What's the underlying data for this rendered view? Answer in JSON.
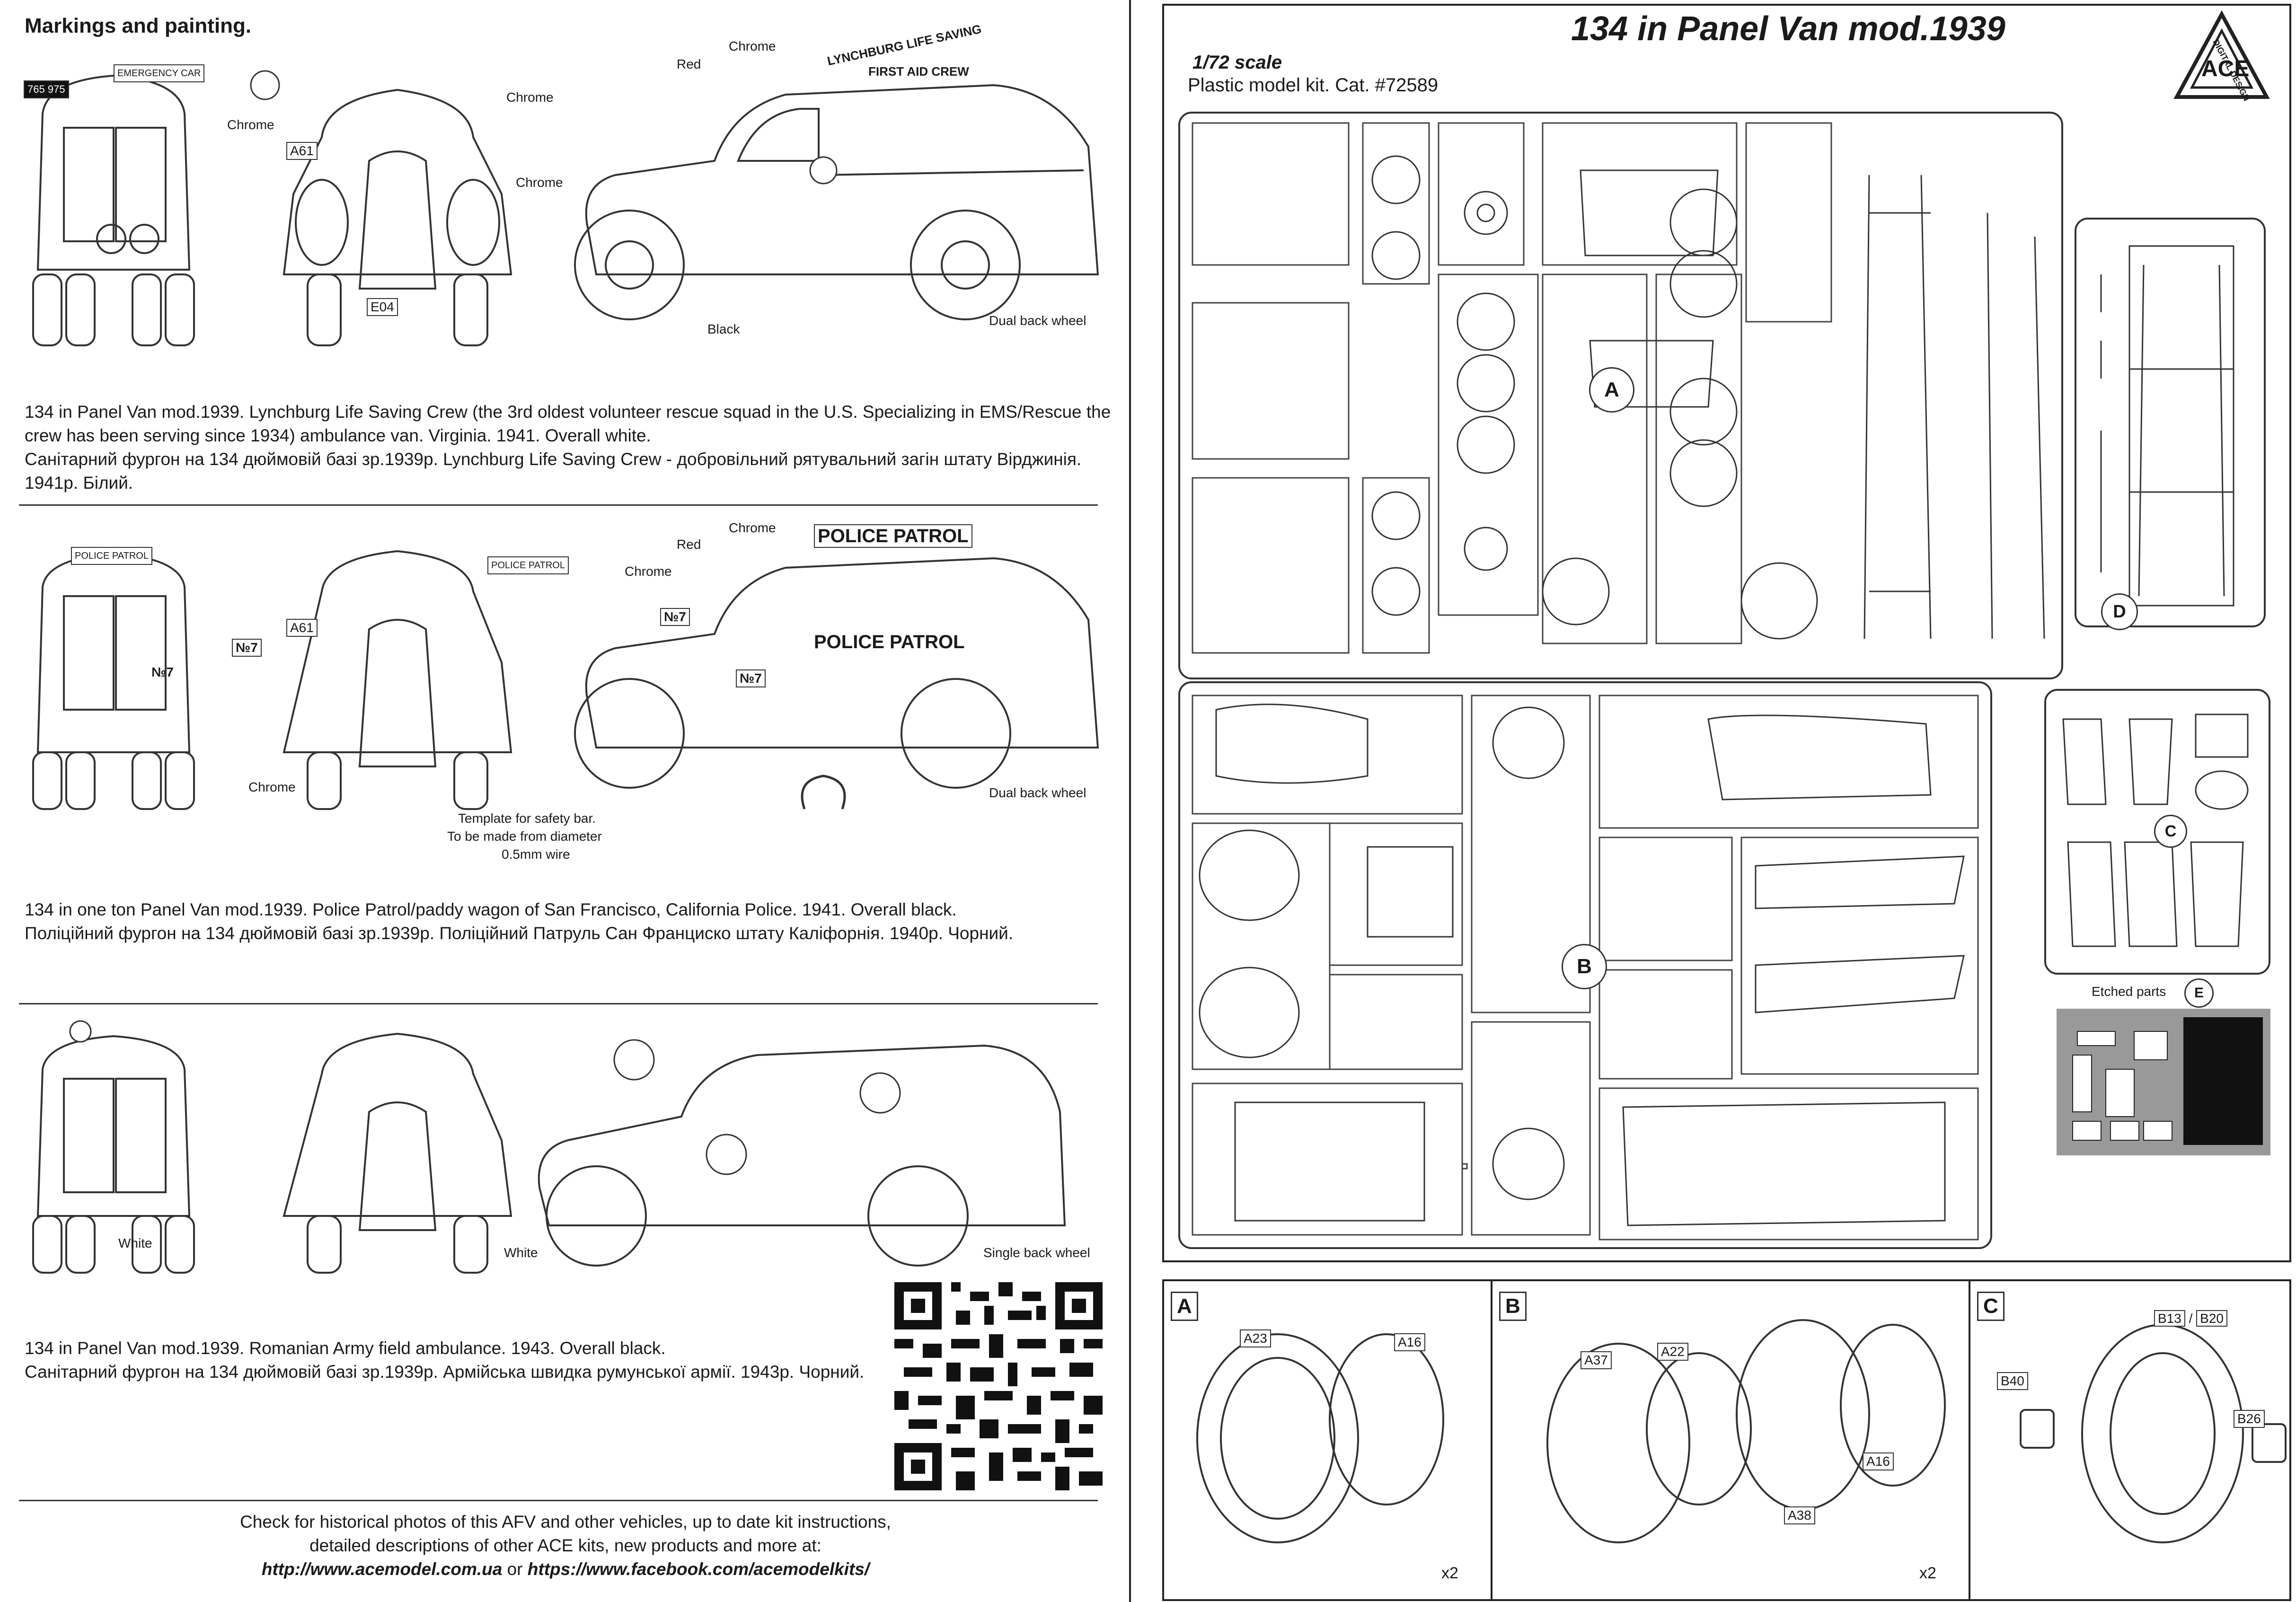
{
  "left": {
    "heading": "Markings and painting.",
    "scheme1": {
      "labels": {
        "red": "Red",
        "chrome": "Chrome",
        "black": "Black",
        "dual": "Dual back wheel",
        "plate": "765 975",
        "a61": "A61",
        "e04": "E04",
        "emergency": "EMERGENCY CAR",
        "truck_text_1": "LYNCHBURG LIFE SAVING",
        "truck_text_2": "FIRST AID CREW"
      },
      "desc_en": "134 in Panel Van mod.1939. Lynchburg Life Saving Crew (the 3rd oldest volunteer rescue squad in the U.S. Specializing in EMS/Rescue the crew has been serving since 1934) ambulance van. Virginia. 1941. Overall white.",
      "desc_ua": "Санітарний фургон на 134 дюймовій базі зр.1939р.  Lynchburg Life Saving Crew - добровільний рятувальний загін штату Вірджинія. 1941р. Білий."
    },
    "scheme2": {
      "labels": {
        "red": "Red",
        "chrome": "Chrome",
        "police": "POLICE PATROL",
        "no7": "№7",
        "a61": "A61",
        "dual": "Dual back wheel",
        "template": "Template for safety bar.",
        "template2": "To be made from diameter",
        "template3": "0.5mm wire"
      },
      "desc_en": "134 in one ton Panel Van mod.1939. Police Patrol/paddy wagon of San Francisco, California Police. 1941. Overall black.",
      "desc_ua": "Поліційний фургон на 134 дюймовій базі зр.1939р.  Поліційний Патруль Сан Франциско штату Каліфорнія. 1940р. Чорний."
    },
    "scheme3": {
      "labels": {
        "white": "White",
        "single": "Single back wheel"
      },
      "desc_en": "134 in Panel Van mod.1939. Romanian Army field ambulance. 1943. Overall black.",
      "desc_ua": "Санітарний фургон на 134 дюймовій базі зр.1939р. Армійська швидка румунської армії. 1943р. Чорний."
    },
    "footer": {
      "line1": "Check for historical photos of this AFV and  other vehicles, up to date kit instructions,",
      "line2": "detailed descriptions of other ACE kits, new products and more at:",
      "url1": "http://www.acemodel.com.ua",
      "or": " or ",
      "url2": "https://www.facebook.com/acemodelkits/"
    }
  },
  "right": {
    "title": "134 in Panel Van mod.1939",
    "scale": "1/72 scale",
    "subtitle": "Plastic model kit. Cat. #72589",
    "logo": {
      "main": "ACE",
      "side": "DIGITAL DESIGN"
    },
    "sprue_labels": {
      "a": "A",
      "b": "B",
      "c": "C",
      "d": "D",
      "e": "E"
    },
    "etched": "Etched parts",
    "assembly": {
      "a": {
        "label": "A",
        "parts": [
          "A23",
          "A16"
        ],
        "qty": "x2"
      },
      "b": {
        "label": "B",
        "parts": [
          "A37",
          "A22",
          "A16",
          "A38"
        ],
        "qty": "x2"
      },
      "c": {
        "label": "C",
        "parts": [
          "B13",
          "B20",
          "B40",
          "B26"
        ],
        "sep": "/"
      }
    }
  }
}
